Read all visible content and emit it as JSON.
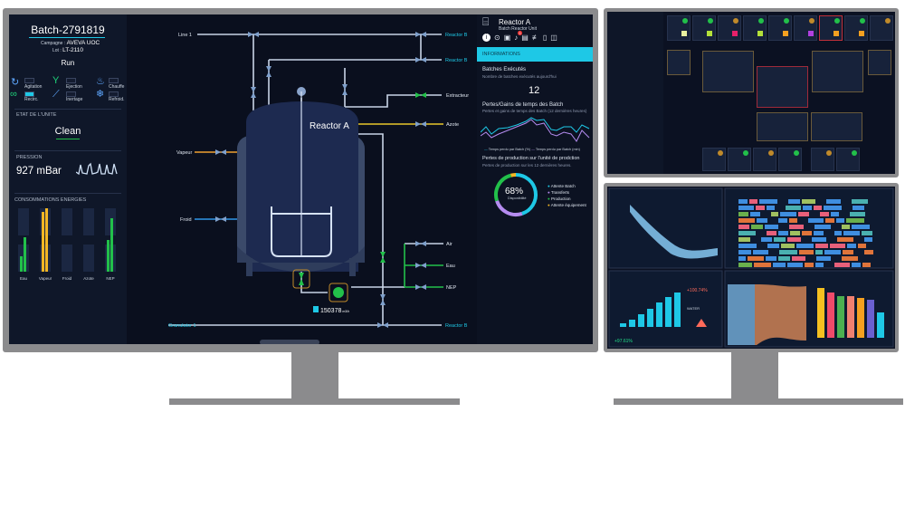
{
  "main_screen": {
    "left_panel": {
      "batch_title": "Batch-2791819",
      "campaign_label": "Campagne :",
      "campaign_value": "AVEVA UOC",
      "lot_label": "Lot :",
      "lot_value": "LT-2110",
      "state": "Run",
      "functions": [
        {
          "label": "Agitation",
          "icon": "rotate-icon",
          "color": "#5fa8ff"
        },
        {
          "label": "Ejection",
          "icon": "split-icon",
          "color": "#1fd27a"
        },
        {
          "label": "Chauffe",
          "icon": "flame-icon",
          "color": "#5fa8ff"
        },
        {
          "label": "Recirc.",
          "icon": "loop-icon",
          "color": "#1fd27a"
        },
        {
          "label": "Inertage",
          "icon": "slash-icon",
          "color": "#5fa8ff"
        },
        {
          "label": "Refroid.",
          "icon": "snowflake-icon",
          "color": "#5fa8ff"
        }
      ],
      "unit_state_heading": "ETAT DE L'UNITE",
      "unit_state": "Clean",
      "pressure_heading": "PRESSION",
      "pressure_value": "927 mBar",
      "energy_heading": "CONSOMMATIONS ENERGIES",
      "energy": [
        {
          "label": "Eau",
          "color": "#22c04a",
          "levels": [
            0.25,
            0.55
          ]
        },
        {
          "label": "Vapeur",
          "color": "#f2b624",
          "levels": [
            0.95,
            1.0
          ]
        },
        {
          "label": "Froid",
          "color": "#22c04a",
          "levels": [
            0,
            0
          ]
        },
        {
          "label": "Azote",
          "color": "#22c04a",
          "levels": [
            0,
            0
          ]
        },
        {
          "label": "NEP",
          "color": "#22c04a",
          "levels": [
            0.5,
            0.85
          ]
        }
      ]
    },
    "diagram": {
      "reactor_label": "Reactor A",
      "line1": "Line 1",
      "reactor_b_top": "Reactor B",
      "reactor_b_second": "Reactor B",
      "extracteur": "Extracteur",
      "azote": "Azote",
      "vapeur": "Vapeur",
      "froid": "Froid",
      "air": "Air",
      "eau": "Eau",
      "nep": "NEP",
      "granulator": "Granulator 1",
      "reactor_b_bottom": "Reactor B",
      "counter_value": "150378",
      "counter_unit": "m3/h"
    },
    "right_panel": {
      "title": "Reactor A",
      "subtitle": "Batch Reactor Unit",
      "notification_count": "3",
      "section": "INFORMATIONS",
      "batches_title": "Batches Exécutés",
      "batches_sub": "Nombre de batches exécutés aujourd'hui",
      "batches_value": "12",
      "gains_title": "Pertes/Gains de temps des Batch",
      "gains_sub": "Pertes et gains de temps des Batch (12 dernières heures)",
      "legend_a": "Temps perdu par Batch (%)",
      "legend_b": "Temps perdu par Batch (min)",
      "production_title": "Pertes de production sur l'unité de prodction",
      "production_sub": "Pertes de production sur les 12 dernières heures.",
      "availability_value": "68%",
      "availability_label": "Disponibilité",
      "donut": [
        {
          "label": "Attente Batch",
          "value": 45,
          "color": "#1ec8e6"
        },
        {
          "label": "Transferts",
          "value": 25,
          "color": "#b58cf0"
        },
        {
          "label": "Production",
          "value": 26,
          "color": "#22c04a"
        },
        {
          "label": "Attente équipement",
          "value": 4,
          "color": "#f2b624"
        }
      ]
    }
  },
  "dashboard_screen": {
    "kpi_a": "+100.74%",
    "kpi_b": "+97.61%",
    "kpi_c": "WATER"
  },
  "colors": {
    "accent": "#1ec8e6",
    "bezel": "#8b8b8d",
    "bg": "#0a0f1e"
  }
}
